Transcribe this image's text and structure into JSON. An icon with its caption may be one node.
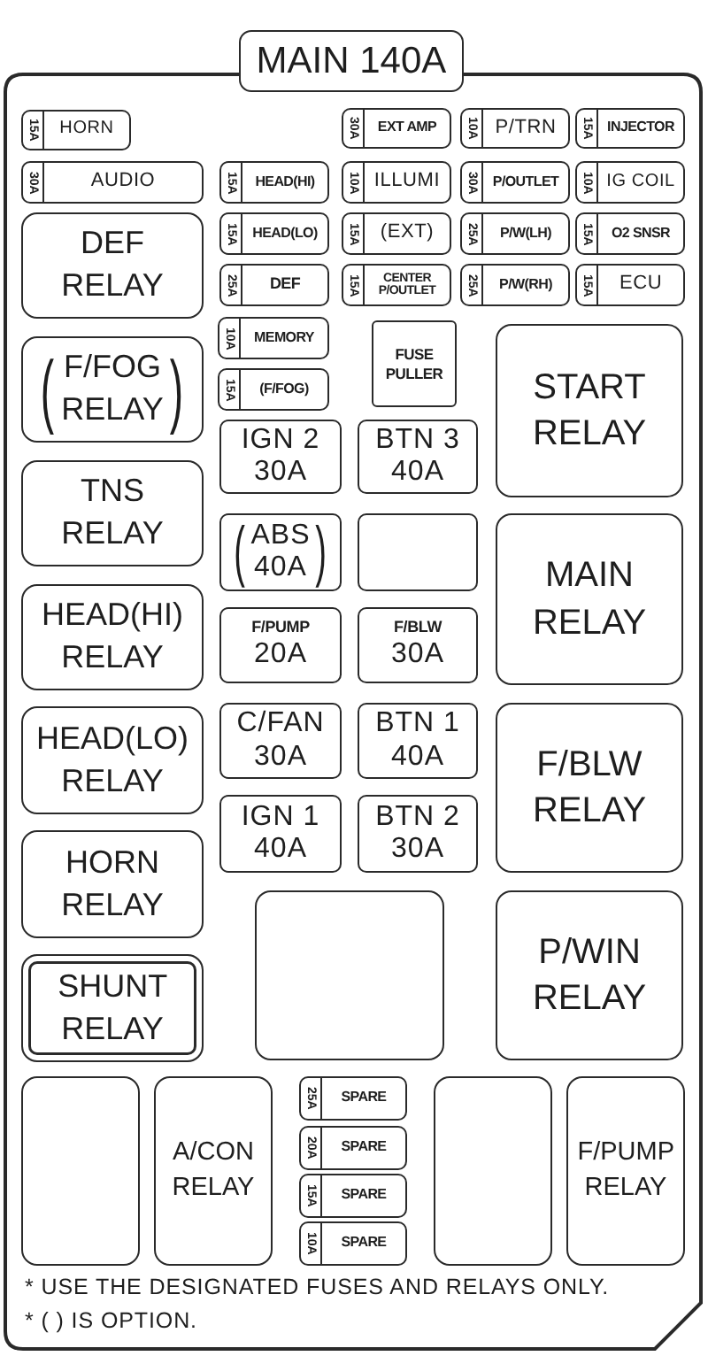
{
  "diagram": {
    "nodes": [
      {
        "text": [
          "MAIN 140A"
        ]
      },
      {
        "text": [
          "15A",
          "HORN"
        ]
      },
      {
        "text": [
          "30A",
          "EXT AMP"
        ]
      },
      {
        "text": [
          "10A",
          "P/TRN"
        ]
      },
      {
        "text": [
          "15A",
          "INJECTOR"
        ]
      },
      {
        "text": [
          "30A",
          "AUDIO"
        ]
      },
      {
        "text": [
          "15A",
          "HEAD(HI)"
        ]
      },
      {
        "text": [
          "10A",
          "ILLUMI"
        ]
      },
      {
        "text": [
          "30A",
          "P/OUTLET"
        ]
      },
      {
        "text": [
          "10A",
          "IG COIL"
        ]
      },
      {
        "text": [
          "DEF RELAY"
        ]
      },
      {
        "text": [
          "15A",
          "HEAD(LO)"
        ]
      },
      {
        "text": [
          "15A",
          "(EXT)"
        ]
      },
      {
        "text": [
          "25A",
          "P/W(LH)"
        ]
      },
      {
        "text": [
          "15A",
          "O2 SNSR"
        ]
      },
      {
        "text": [
          "25A",
          "DEF"
        ]
      },
      {
        "text": [
          "15A",
          "CENTER P/OUTLET"
        ]
      },
      {
        "text": [
          "25A",
          "P/W(RH)"
        ]
      },
      {
        "text": [
          "15A",
          "ECU"
        ]
      },
      {
        "text": [
          "10A",
          "MEMORY"
        ]
      },
      {
        "text": [
          "FUSE PULLER"
        ]
      },
      {
        "text": [
          "START RELAY"
        ]
      },
      {
        "text": [
          "(",
          "F/FOG RELAY",
          ")"
        ]
      },
      {
        "text": [
          "15A",
          "(F/FOG)"
        ]
      },
      {
        "text": [
          "IGN 2",
          "30A"
        ]
      },
      {
        "text": [
          "BTN 3",
          "40A"
        ]
      },
      {
        "text": [
          "TNS RELAY"
        ]
      },
      {
        "text": [
          "(",
          "ABS",
          "40A",
          ")"
        ]
      },
      {
        "text": [],
        "shape": "box"
      },
      {
        "text": [
          "MAIN RELAY"
        ]
      },
      {
        "text": [
          "HEAD(HI) RELAY"
        ]
      },
      {
        "text": [
          "F/PUMP",
          "20A"
        ]
      },
      {
        "text": [
          "F/BLW",
          "30A"
        ]
      },
      {
        "text": [
          "HEAD(LO) RELAY"
        ]
      },
      {
        "text": [
          "C/FAN",
          "30A"
        ]
      },
      {
        "text": [
          "BTN 1",
          "40A"
        ]
      },
      {
        "text": [
          "F/BLW RELAY"
        ]
      },
      {
        "text": [
          "IGN 1",
          "40A"
        ]
      },
      {
        "text": [
          "BTN 2",
          "30A"
        ]
      },
      {
        "text": [
          "HORN RELAY"
        ]
      },
      {
        "text": [],
        "shape": "box"
      },
      {
        "text": [
          "P/WIN RELAY"
        ]
      },
      {
        "text": [
          "SHUNT RELAY"
        ]
      },
      {
        "text": [],
        "shape": "box"
      },
      {
        "text": [
          "A/CON RELAY"
        ]
      },
      {
        "text": [
          "25A",
          "SPARE"
        ]
      },
      {
        "text": [
          "20A",
          "SPARE"
        ]
      },
      {
        "text": [
          "15A",
          "SPARE"
        ]
      },
      {
        "text": [
          "10A",
          "SPARE"
        ]
      },
      {
        "text": [],
        "shape": "box"
      },
      {
        "text": [
          "F/PUMP RELAY"
        ]
      }
    ],
    "labels": [
      "* USE THE DESIGNATED FUSES AND RELAYS ONLY.",
      "* ( ) IS OPTION."
    ]
  }
}
